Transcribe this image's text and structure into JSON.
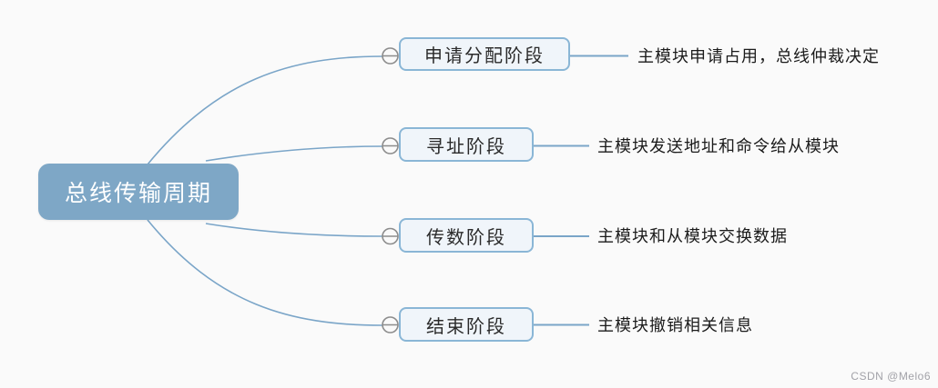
{
  "page": {
    "background": "#fafafa",
    "watermark": "CSDN @Melo6"
  },
  "colors": {
    "root_fill": "#7ea7c6",
    "root_text": "#ffffff",
    "branch_line": "#7aa5c8",
    "node_border": "#8ab6d6",
    "node_fill": "#f0f5fa",
    "node_text": "#2b2b2b",
    "note_text": "#1b1b1b",
    "collapse_icon": "#8c8c8c"
  },
  "mindmap": {
    "root": {
      "label": "总线传输周期"
    },
    "branches": [
      {
        "label": "申请分配阶段",
        "note": "主模块申请占用，总线仲裁决定",
        "collapse_icon": "minus-circle"
      },
      {
        "label": "寻址阶段",
        "note": "主模块发送地址和命令给从模块",
        "collapse_icon": "minus-circle"
      },
      {
        "label": "传数阶段",
        "note": "主模块和从模块交换数据",
        "collapse_icon": "minus-circle"
      },
      {
        "label": "结束阶段",
        "note": "主模块撤销相关信息",
        "collapse_icon": "minus-circle"
      }
    ]
  }
}
